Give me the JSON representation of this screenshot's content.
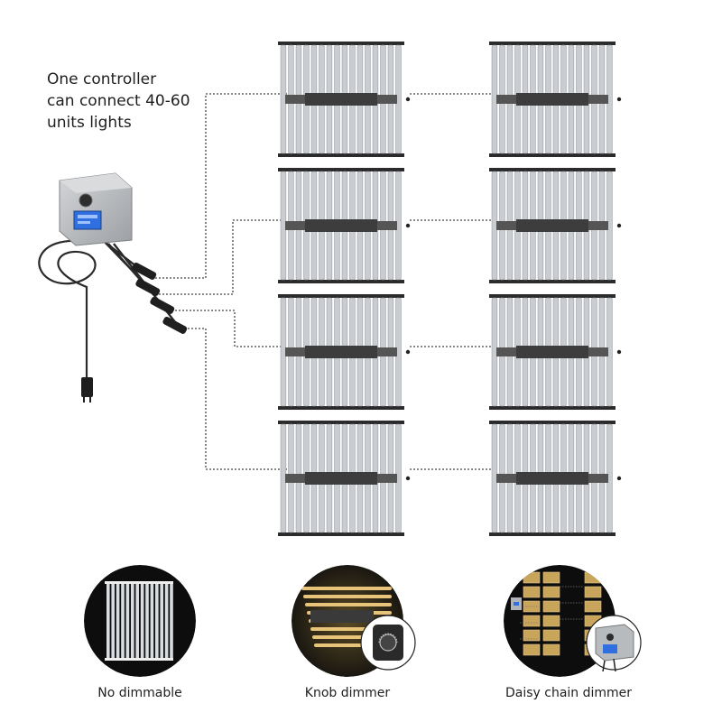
{
  "headline": {
    "lines": [
      "One controller",
      "can connect 40-60",
      "units lights"
    ]
  },
  "modes": [
    {
      "label": "No dimmable",
      "icon": "fixture-icon"
    },
    {
      "label": "Knob dimmer",
      "icon": "knob-icon"
    },
    {
      "label": "Daisy chain dimmer",
      "icon": "daisy-chain-icon"
    }
  ],
  "grid": {
    "rows": 4,
    "columns": 2
  },
  "colors": {
    "bar": "#c9ccd0",
    "bar_edge": "#8d9196",
    "frame": "#2b2b2b",
    "cable": "#333333",
    "controller_body": "#b9bbbe",
    "screen": "#2f6fe0",
    "circle_bg": "#0d0d0d",
    "warm_light": "#e8c47a"
  }
}
